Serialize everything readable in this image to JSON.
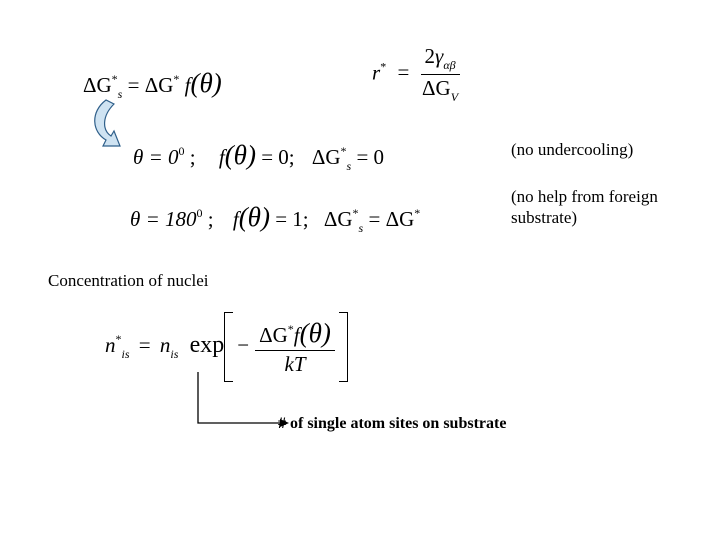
{
  "equations": {
    "eq1": {
      "lhs_delta": "ΔG",
      "lhs_sup": "*",
      "lhs_sub": "s",
      "equals": "=",
      "rhs_delta": "ΔG",
      "rhs_sup": "*",
      "rhs_f": "f",
      "rhs_arg": "(θ)"
    },
    "eq_r": {
      "r": "r",
      "r_sup": "*",
      "equals": "=",
      "num_coef": "2",
      "num_gamma": "γ",
      "num_sub": "αβ",
      "den_delta": "ΔG",
      "den_sub": "V"
    },
    "eq2": {
      "theta": "θ = 0",
      "deg": "0",
      "sep1": ";",
      "f": "f",
      "arg": "(θ)",
      "val": "= 0;",
      "g_delta": "ΔG",
      "g_sup": "*",
      "g_sub": "s",
      "g_val": "= 0"
    },
    "eq3": {
      "theta": "θ = 180",
      "deg": "0",
      "sep1": ";",
      "f": "f",
      "arg": "(θ)",
      "val": "= 1;",
      "g_delta": "ΔG",
      "g_sup": "*",
      "g_sub": "s",
      "g_eq": "=",
      "g_rhs": "ΔG",
      "g_rhs_sup": "*"
    },
    "eq4": {
      "n": "n",
      "n_sup": "*",
      "n_sub": "is",
      "equals": "=",
      "n2": "n",
      "n2_sub": "is",
      "exp": "exp",
      "minus": "−",
      "num_delta": "ΔG",
      "num_sup": "*",
      "num_f": "f",
      "num_arg": "(θ)",
      "den": "kT"
    }
  },
  "notes": {
    "no_undercooling": "(no undercooling)",
    "no_help_line1": "(no help from foreign",
    "no_help_line2": "substrate)",
    "concentration": "Concentration of nuclei",
    "single_atom": "# of single atom sites on substrate"
  },
  "colors": {
    "arrow_fill": "#cfe3f2",
    "arrow_stroke": "#2f5f8a"
  }
}
